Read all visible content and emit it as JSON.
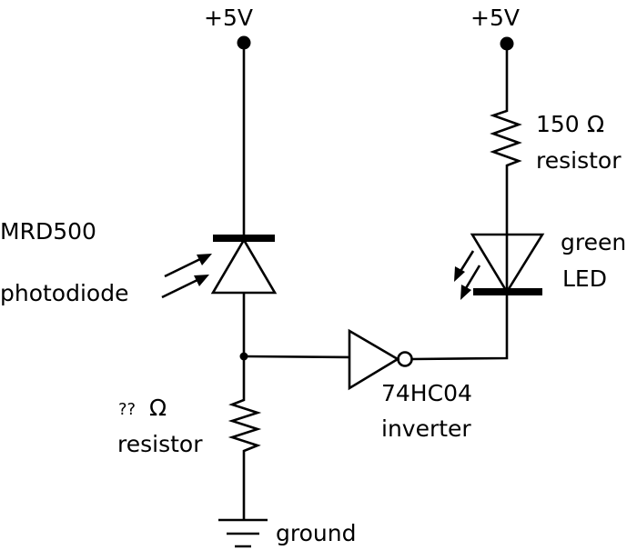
{
  "diagram": {
    "type": "circuit-schematic",
    "supplies": [
      {
        "id": "supply-left",
        "label": "+5V"
      },
      {
        "id": "supply-right",
        "label": "+5V"
      }
    ],
    "photodiode": {
      "part": "MRD500",
      "kind": "photodiode"
    },
    "sense_resistor": {
      "value": "??",
      "unit": "Ω",
      "kind": "resistor"
    },
    "ground": {
      "label": "ground"
    },
    "inverter": {
      "part": "74HC04",
      "kind": "inverter"
    },
    "led_resistor": {
      "value": "150",
      "unit": "Ω",
      "kind": "resistor"
    },
    "led": {
      "color": "green",
      "kind": "LED"
    },
    "colors": {
      "stroke": "#000000",
      "background": "#ffffff"
    }
  }
}
